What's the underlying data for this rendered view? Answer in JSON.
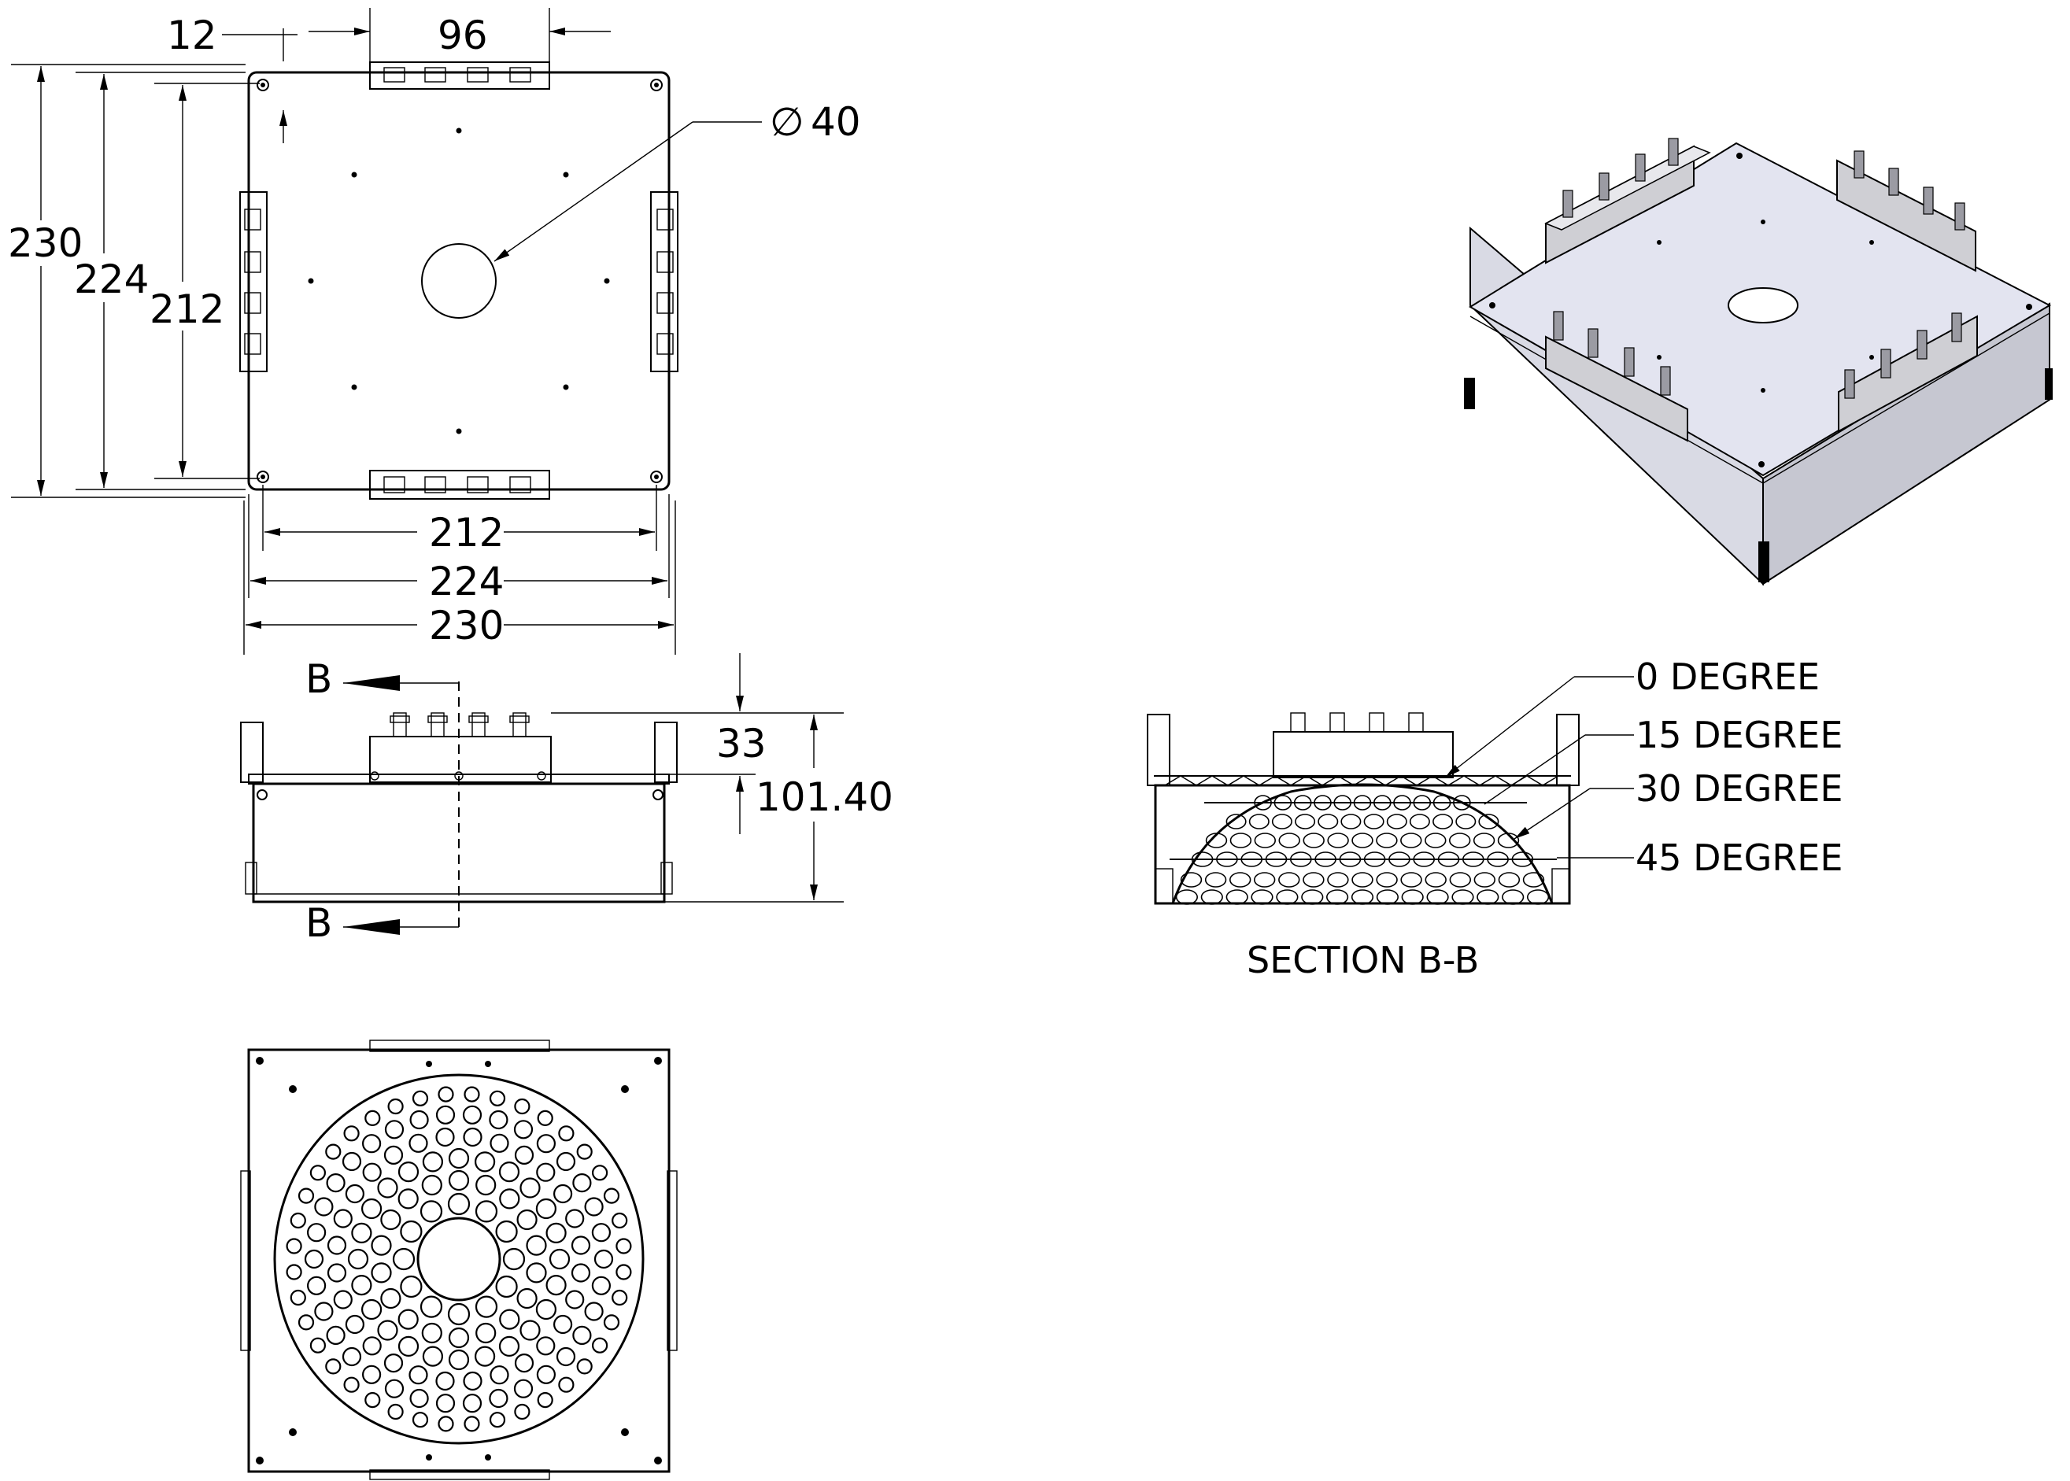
{
  "colors": {
    "line": "#000000",
    "iso_top": "#e3e4f0",
    "iso_side": "#d9dae4",
    "iso_side_dark": "#c6c7d1",
    "connector": "#cfcfd4",
    "connector_dark": "#9b9ba3",
    "background": "#ffffff"
  },
  "top_view": {
    "dim_top_left": "12",
    "dim_top_right": "96",
    "dim_left_outer": "230",
    "dim_left_mid": "224",
    "dim_left_inner": "212",
    "dim_bottom_inner": "212",
    "dim_bottom_mid": "224",
    "dim_bottom_outer": "230",
    "diameter_symbol": "∅",
    "diameter_value": "40"
  },
  "front_view": {
    "section_letter_top": "B",
    "section_letter_bottom": "B",
    "dim_height_upper": "33",
    "dim_height_total": "101.40"
  },
  "section_view": {
    "title": "SECTION B-B",
    "labels": [
      "0 DEGREE",
      "15 DEGREE",
      "30 DEGREE",
      "45 DEGREE"
    ]
  }
}
